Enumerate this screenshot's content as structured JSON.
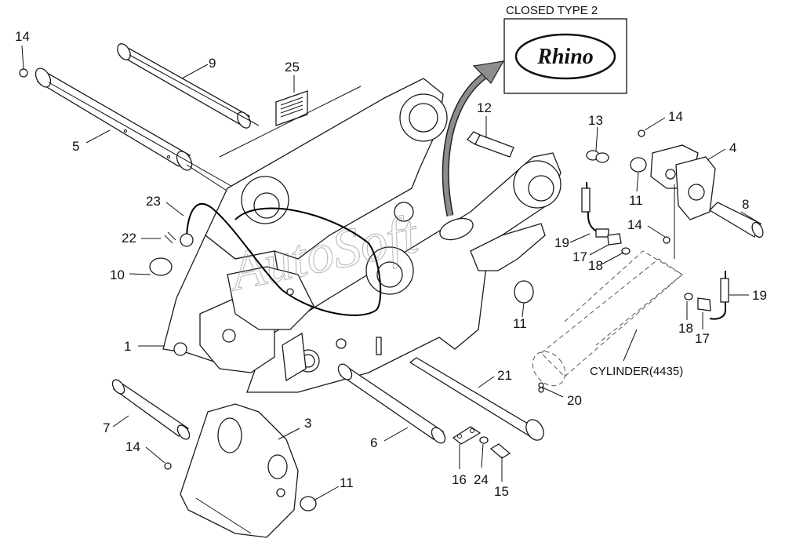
{
  "inset": {
    "title": "CLOSED TYPE 2",
    "logo_text": "Rhino"
  },
  "watermark": "AutoSoft",
  "cylinder_label": "CYLINDER(4435)",
  "callouts": {
    "c14a": "14",
    "c9": "9",
    "c25": "25",
    "c5": "5",
    "c12": "12",
    "c13": "13",
    "c14b": "14",
    "c4": "4",
    "c11a": "11",
    "c8": "8",
    "c23": "23",
    "c22": "22",
    "c10": "10",
    "c19a": "19",
    "c17a": "17",
    "c18a": "18",
    "c14c": "14",
    "c11b": "11",
    "c19b": "19",
    "c18b": "18",
    "c17b": "17",
    "c1": "1",
    "c21": "21",
    "c20": "20",
    "c7": "7",
    "c3": "3",
    "c14d": "14",
    "c6": "6",
    "c16": "16",
    "c24": "24",
    "c15": "15",
    "c11c": "11"
  }
}
